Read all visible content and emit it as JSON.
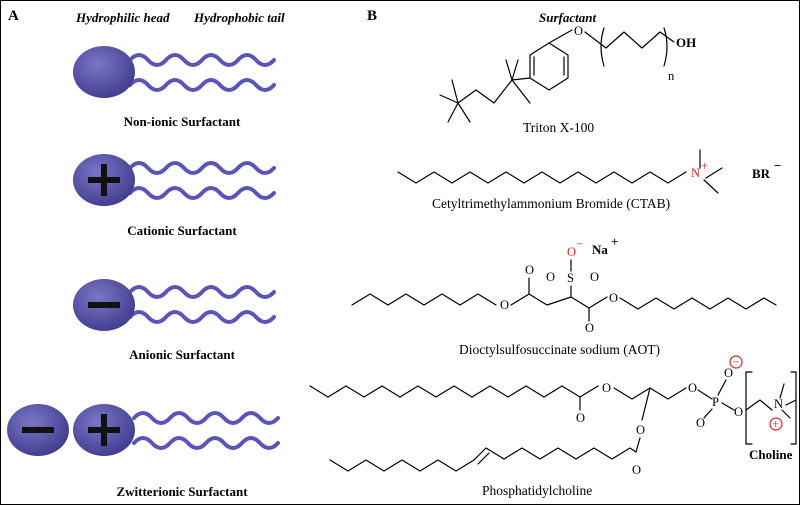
{
  "panels": {
    "a_label": "A",
    "b_label": "B"
  },
  "headers": {
    "hydrophilic_head": "Hydrophilic head",
    "hydrophobic_tail": "Hydrophobic tail",
    "surfactant": "Surfactant"
  },
  "surfactant_types": [
    {
      "label": "Non-ionic Surfactant",
      "charges": []
    },
    {
      "label": "Cationic Surfactant",
      "charges": [
        "+"
      ]
    },
    {
      "label": "Anionic Surfactant",
      "charges": [
        "-"
      ]
    },
    {
      "label": "Zwitterionic Surfactant",
      "charges": [
        "-",
        "+"
      ]
    }
  ],
  "molecules": {
    "triton": {
      "name": "Triton X-100",
      "o": "O",
      "oh": "OH",
      "n": "n"
    },
    "ctab": {
      "name": "Cetyltrimethylammonium Bromide (CTAB)",
      "n": "N",
      "n_charge": "+",
      "br": "BR",
      "br_charge": "−"
    },
    "aot": {
      "name": "Dioctylsulfosuccinate sodium (AOT)",
      "o_minus": "O",
      "o_minus_charge": "−",
      "na": "Na",
      "na_charge": "+",
      "s": "S",
      "o": "O"
    },
    "pc": {
      "name": "Phosphatidylcholine",
      "choline": "Choline",
      "o": "O",
      "p": "P",
      "n": "N",
      "minus": "−",
      "plus": "+"
    }
  },
  "colors": {
    "head_fill": "#4c479f",
    "head_highlight": "#7a76c8",
    "tail": "#5a55b8",
    "heteroatom_red": "#e8202a"
  }
}
